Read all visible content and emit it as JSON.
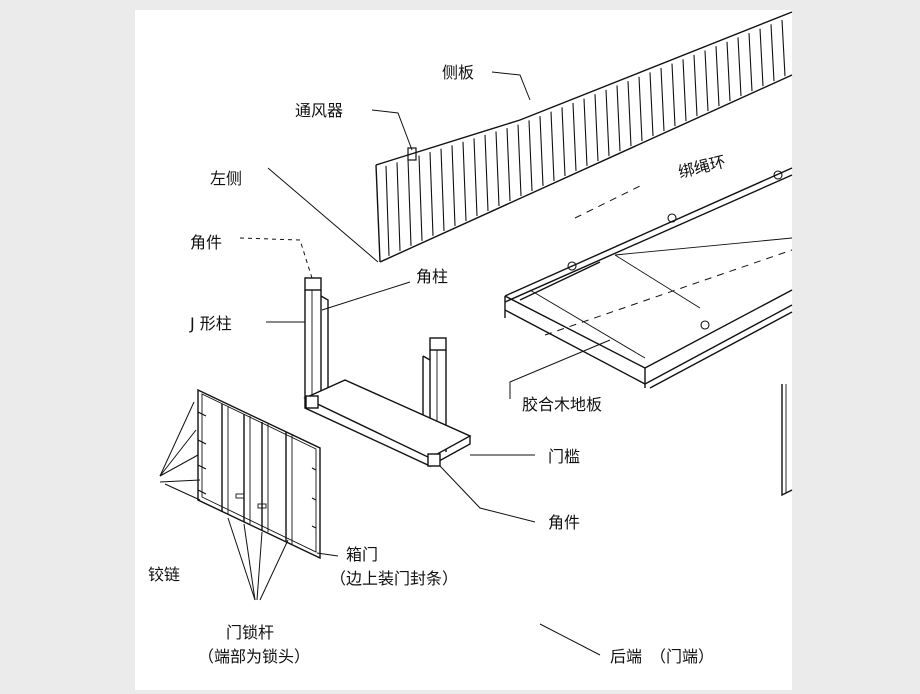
{
  "labels": {
    "side_panel": "侧板",
    "ventilator": "通风器",
    "left_side": "左侧",
    "corner_fitting_top": "角件",
    "corner_post": "角柱",
    "j_post": "J 形柱",
    "lashing_ring": "绑绳环",
    "plywood_floor": "胶合木地板",
    "door_sill": "门槛",
    "corner_fitting_bottom": "角件",
    "hinge": "铰链",
    "door_line1": "箱门",
    "door_line2": "（边上装门封条）",
    "lock_rod_line1": "门锁杆",
    "lock_rod_line2": "（端部为锁头）",
    "rear_end": "后端　（门端）"
  },
  "colors": {
    "background": "#ebebeb",
    "canvas": "#ffffff",
    "ink": "#111111"
  }
}
